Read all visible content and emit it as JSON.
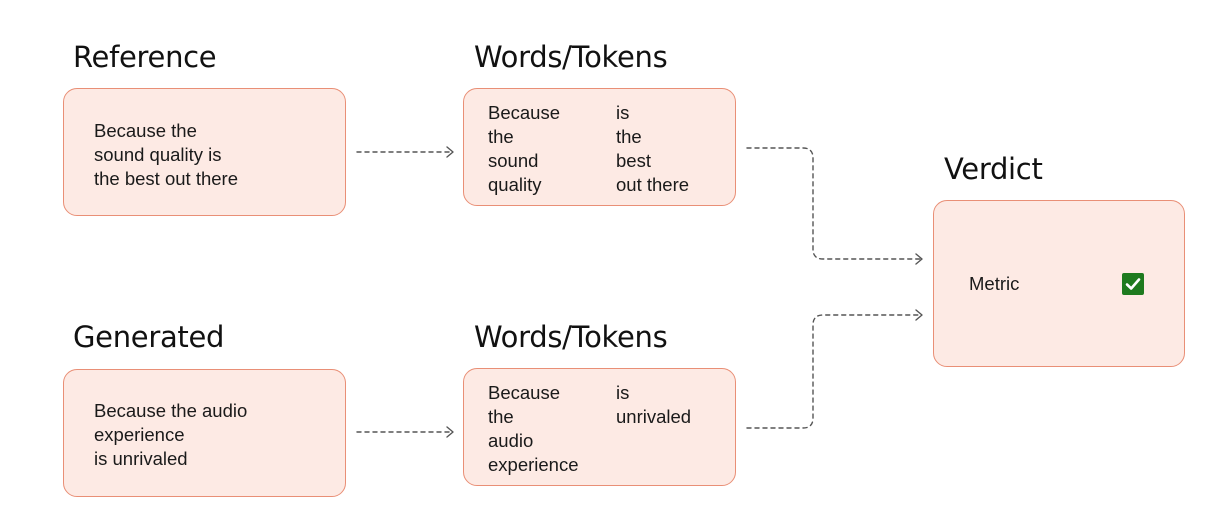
{
  "headings": {
    "reference": "Reference",
    "tokens_top": "Words/Tokens",
    "generated": "Generated",
    "tokens_bottom": "Words/Tokens",
    "verdict": "Verdict"
  },
  "reference_box": {
    "lines": [
      "Because the",
      "sound quality is",
      "the best out there"
    ]
  },
  "generated_box": {
    "lines": [
      "Because the audio",
      "experience",
      "is unrivaled"
    ]
  },
  "tokens_top_box": {
    "col1": [
      "Because",
      "the",
      "sound",
      "quality"
    ],
    "col2": [
      "is",
      "the",
      "best",
      "out there"
    ]
  },
  "tokens_bottom_box": {
    "col1": [
      "Because",
      "the",
      "audio",
      "experience"
    ],
    "col2": [
      "is",
      "unrivaled"
    ]
  },
  "verdict_box": {
    "label": "Metric",
    "check_icon": "check-icon",
    "check_color": "#1e7a1e"
  },
  "colors": {
    "box_fill": "#fdeae4",
    "box_border": "#e98f76",
    "connector": "#555555"
  }
}
